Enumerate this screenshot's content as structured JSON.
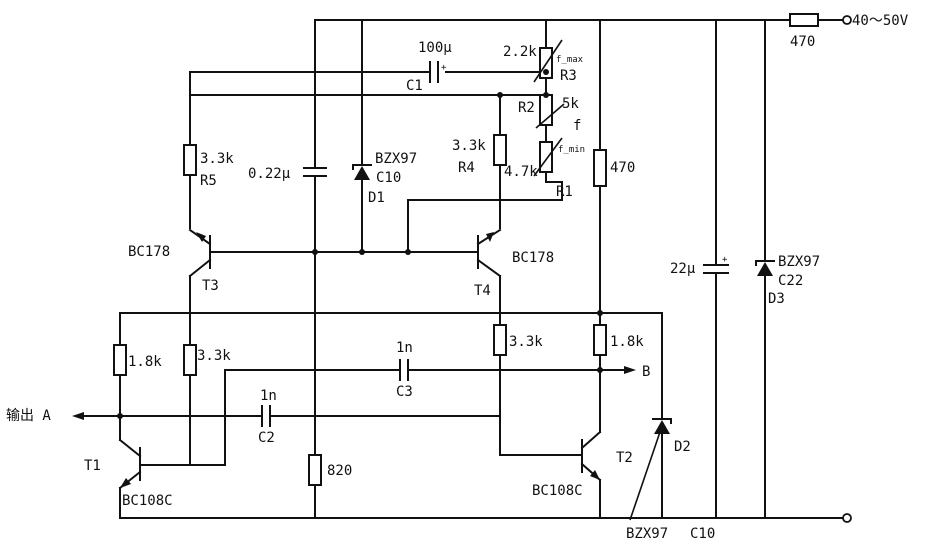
{
  "supply": {
    "label": "40～50V",
    "resistor": "470"
  },
  "output": {
    "a_label": "输出 A",
    "b_label": "B"
  },
  "timing_pots": {
    "r3": {
      "value": "2.2k",
      "name": "R3",
      "tag": "f_max"
    },
    "r2": {
      "value": "5k",
      "name": "R2",
      "tag": "f"
    },
    "r1": {
      "value": "4.7k",
      "name": "R1",
      "tag": "f_min"
    }
  },
  "capacitors": {
    "c1": {
      "value": "100μ",
      "name": "C1"
    },
    "c022": {
      "value": "0.22μ"
    },
    "c2": {
      "value": "1n",
      "name": "C2"
    },
    "c3": {
      "value": "1n",
      "name": "C3"
    },
    "c22u": {
      "value": "22μ"
    }
  },
  "zeners": {
    "d1": {
      "part": "BZX97",
      "sub": "C10",
      "name": "D1"
    },
    "d2": {
      "part": "BZX97",
      "sub": "C10",
      "name": "D2"
    },
    "d3": {
      "part": "BZX97",
      "sub": "C22",
      "name": "D3"
    }
  },
  "resistors": {
    "r5": {
      "value": "3.3k",
      "name": "R5"
    },
    "r4": {
      "value": "3.3k",
      "name": "R4"
    },
    "r470": {
      "value": "470"
    },
    "r18a": {
      "value": "1.8k"
    },
    "r33a": {
      "value": "3.3k"
    },
    "r33b": {
      "value": "3.3k"
    },
    "r18b": {
      "value": "1.8k"
    },
    "r820": {
      "value": "820"
    }
  },
  "transistors": {
    "t1": {
      "name": "T1",
      "part": "BC108C"
    },
    "t2": {
      "name": "T2",
      "part": "BC108C"
    },
    "t3": {
      "name": "T3",
      "part": "BC178"
    },
    "t4": {
      "name": "T4",
      "part": "BC178"
    }
  }
}
